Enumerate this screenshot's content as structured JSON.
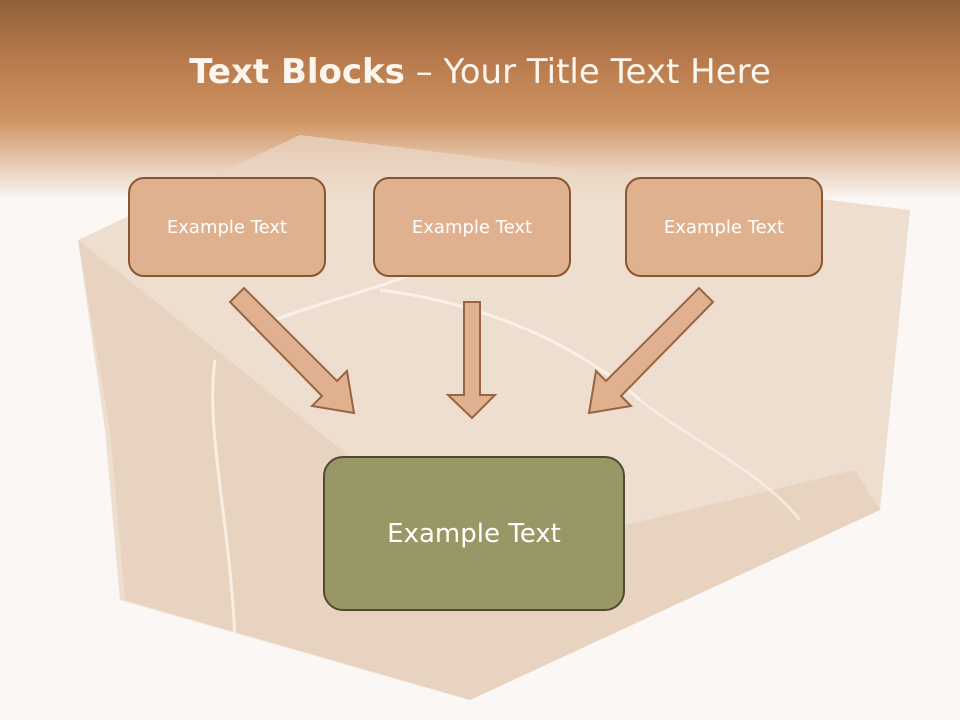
{
  "slide": {
    "title_bold": "Text Blocks",
    "title_rest": " – Your Title Text Here"
  },
  "blocks": [
    {
      "label": "Example Text"
    },
    {
      "label": "Example Text"
    },
    {
      "label": "Example Text"
    }
  ],
  "target_block": {
    "label": "Example Text"
  },
  "colors": {
    "block_fill": "#dfb18e",
    "block_border": "#8a5630",
    "target_fill": "#999766",
    "arrow_fill": "#dfb18e"
  }
}
